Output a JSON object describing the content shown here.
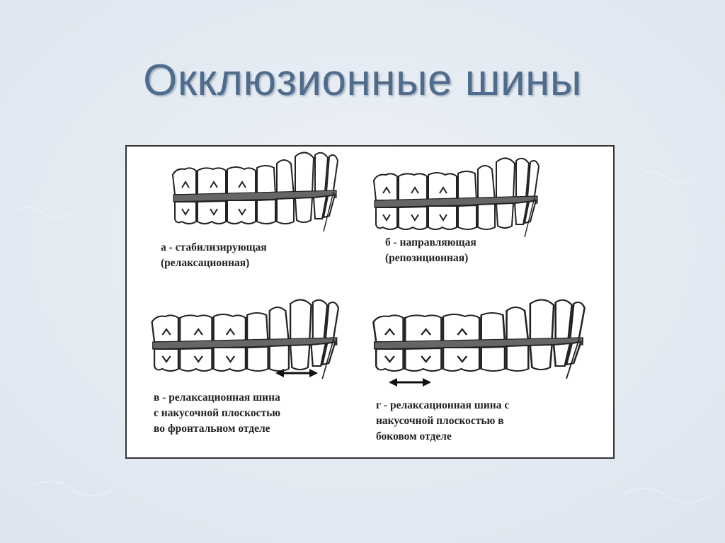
{
  "slide": {
    "title": "Окклюзионные шины"
  },
  "figure": {
    "panels": [
      {
        "id": "a",
        "line1": "а - стабилизирующая",
        "line2": "(релаксационная)",
        "line3": ""
      },
      {
        "id": "b",
        "line1": "б - направляющая",
        "line2": "(репозиционная)",
        "line3": ""
      },
      {
        "id": "v",
        "line1": "в - релаксационная шина",
        "line2": "с накусочной плоскостью",
        "line3": "во фронтальном отделе"
      },
      {
        "id": "g",
        "line1": "г - релаксационная шина с",
        "line2": "накусочной плоскостью в",
        "line3": "боковом отделе"
      }
    ]
  },
  "colors": {
    "title": "#4f6c8c",
    "background": "#e4eaf2",
    "splint": "#555555"
  }
}
